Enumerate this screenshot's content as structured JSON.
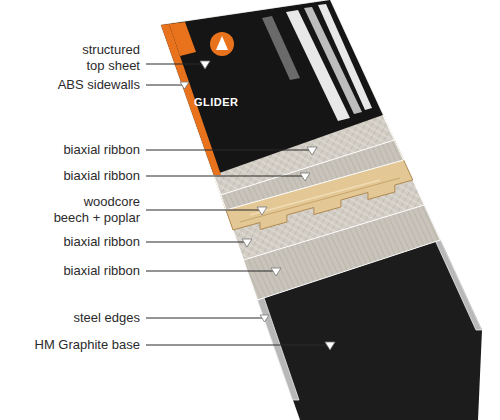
{
  "diagram": {
    "labels": [
      "structured top sheet",
      "ABS sidewalls",
      "biaxial ribbon",
      "biaxial ribbon",
      "woodcore beech + poplar",
      "biaxial ribbon",
      "biaxial ribbon",
      "steel edges",
      "HM Graphite base",
      "GLIDER"
    ]
  }
}
